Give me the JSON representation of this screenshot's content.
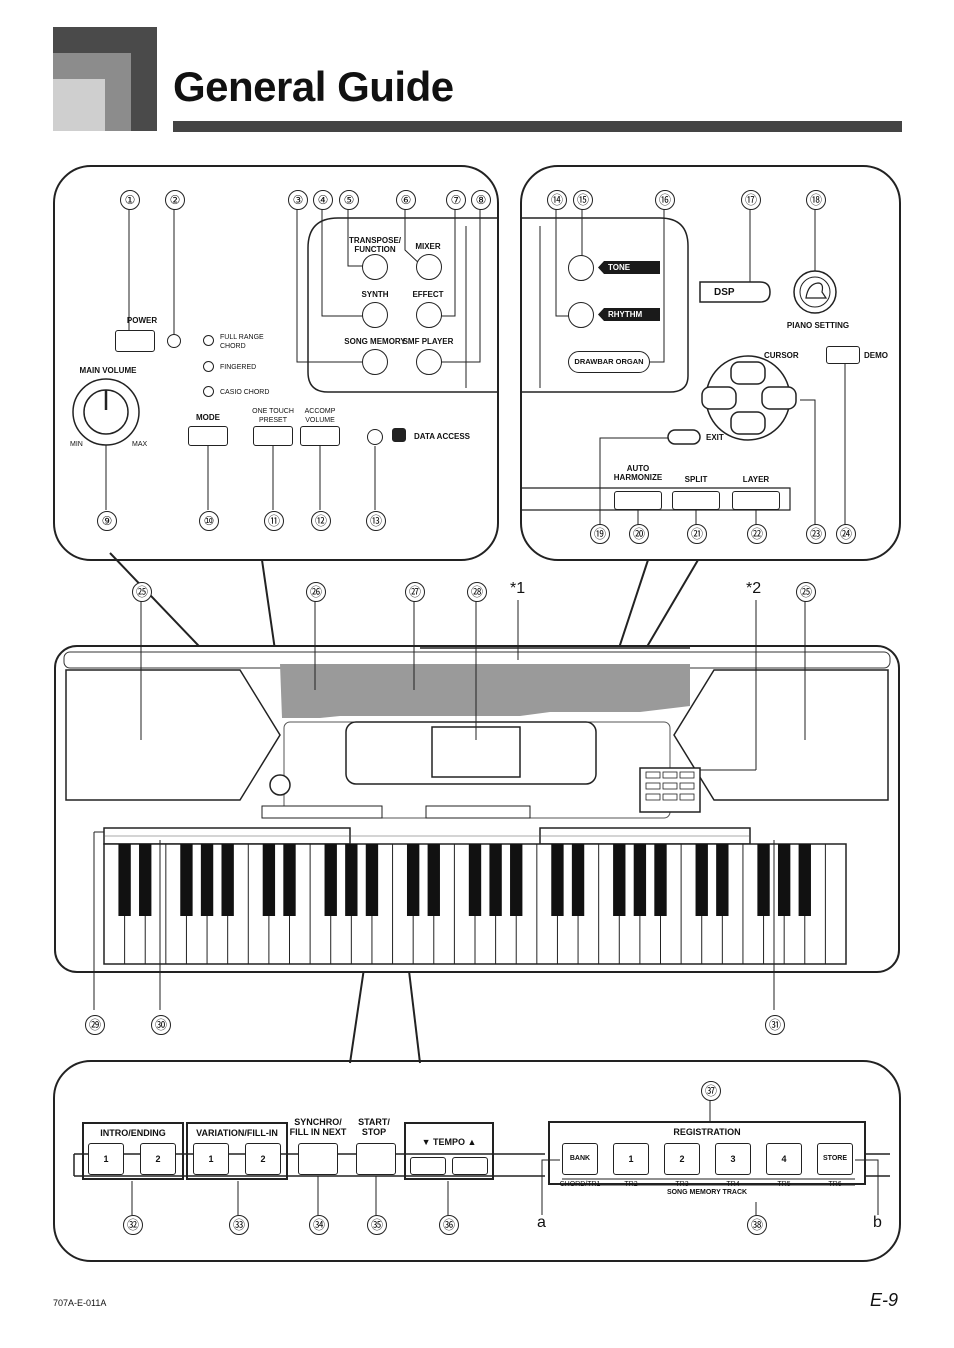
{
  "page_title": "General Guide",
  "footer_code": "707A-E-011A",
  "page_number": "E-9",
  "markers": {
    "n1": "①",
    "n2": "②",
    "n3": "③",
    "n4": "④",
    "n5": "⑤",
    "n6": "⑥",
    "n7": "⑦",
    "n8": "⑧",
    "n9": "⑨",
    "n10": "⑩",
    "n11": "⑪",
    "n12": "⑫",
    "n13": "⑬",
    "n14": "⑭",
    "n15": "⑮",
    "n16": "⑯",
    "n17": "⑰",
    "n18": "⑱",
    "n19": "⑲",
    "n20": "⑳",
    "n21": "㉑",
    "n22": "㉒",
    "n23": "㉓",
    "n24": "㉔",
    "n25": "㉕",
    "n26": "㉖",
    "n27": "㉗",
    "n28": "㉘",
    "n29": "㉙",
    "n30": "㉚",
    "n31": "㉛",
    "n32": "㉜",
    "n33": "㉝",
    "n34": "㉞",
    "n35": "㉟",
    "n36": "㊱",
    "n37": "㊲",
    "n38": "㊳",
    "star1": "*1",
    "star2": "*2",
    "a": "a",
    "b": "b"
  },
  "left_panel": {
    "power": "POWER",
    "main_volume": "MAIN VOLUME",
    "min": "MIN",
    "max": "MAX",
    "full_range_chord": "FULL RANGE\nCHORD",
    "fingered": "FINGERED",
    "casio_chord": "CASIO CHORD",
    "mode": "MODE",
    "one_touch_preset": "ONE TOUCH\nPRESET",
    "accomp_volume": "ACCOMP\nVOLUME",
    "data_access": "DATA ACCESS",
    "transpose_function": "TRANSPOSE/\nFUNCTION",
    "mixer": "MIXER",
    "synth": "SYNTH",
    "effect": "EFFECT",
    "song_memory": "SONG MEMORY",
    "smf_player": "SMF PLAYER"
  },
  "right_panel": {
    "tone": "TONE",
    "rhythm": "RHYTHM",
    "drawbar_organ": "DRAWBAR ORGAN",
    "dsp": "DSP",
    "piano_setting": "PIANO SETTING",
    "cursor": "CURSOR",
    "demo": "DEMO",
    "exit": "EXIT",
    "auto_harmonize": "AUTO\nHARMONIZE",
    "split": "SPLIT",
    "layer": "LAYER"
  },
  "bottom_panel": {
    "intro_ending": "INTRO/ENDING",
    "variation_fill_in": "VARIATION/FILL-IN",
    "synchro_fill_in_next": "SYNCHRO/\nFILL IN NEXT",
    "start_stop": "START/\nSTOP",
    "tempo": "▼ TEMPO ▲",
    "registration": "REGISTRATION",
    "bank": "BANK",
    "store": "STORE",
    "one": "1",
    "two": "2",
    "three": "3",
    "four": "4",
    "chord_tr1": "CHORD/TR1",
    "tr2": "TR2",
    "tr3": "TR3",
    "tr4": "TR4",
    "tr5": "TR5",
    "tr6": "TR6",
    "song_memory_track": "SONG MEMORY TRACK"
  }
}
